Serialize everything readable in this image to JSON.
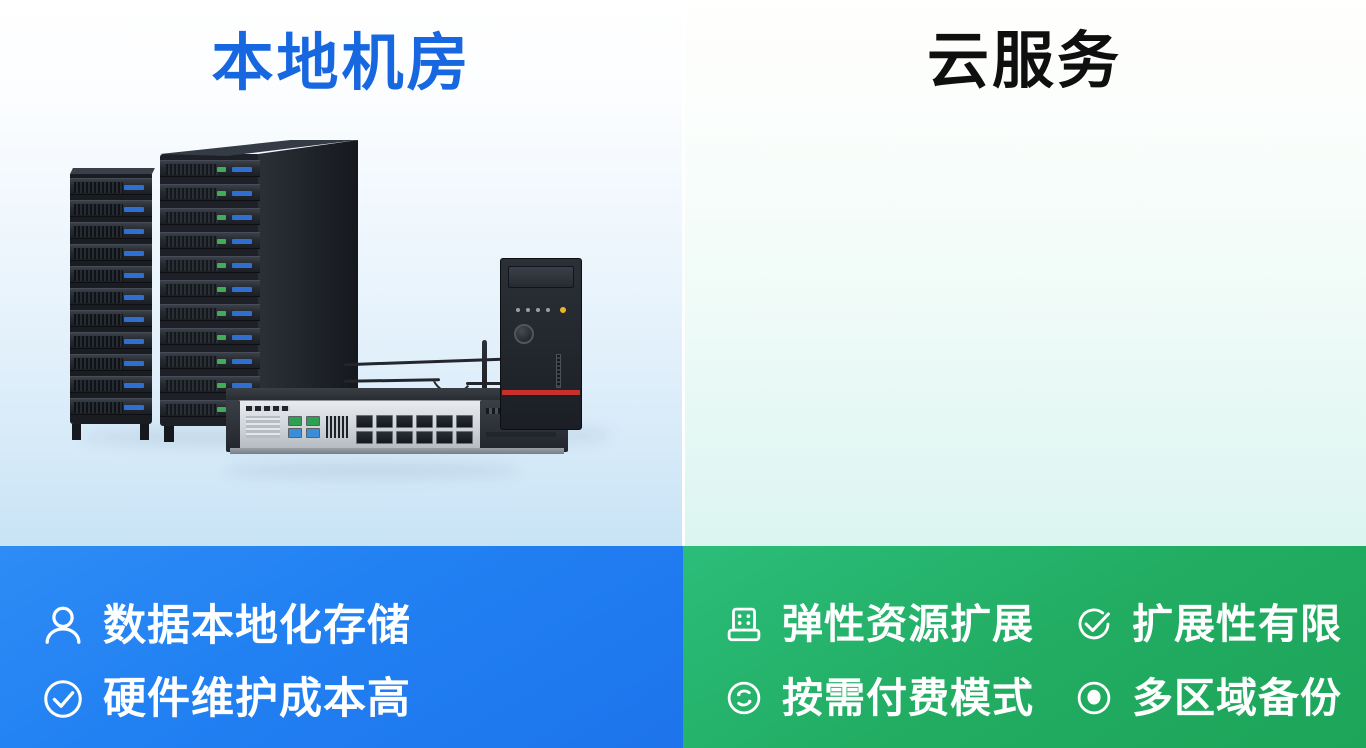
{
  "left_panel": {
    "title": "本地机房",
    "title_color": "#1667e0",
    "illustration": {
      "name": "server-room-photo",
      "parts": [
        "server-rack",
        "network-switch",
        "desktop-tower"
      ]
    },
    "features": [
      {
        "icon": "user-icon",
        "label": "数据本地化存储"
      },
      {
        "icon": "check-circle-icon",
        "label": "硬件维护成本高"
      }
    ],
    "bar_color": "#2180f2"
  },
  "right_panel": {
    "title": "云服务",
    "title_color": "#0f0f0f",
    "illustration": {
      "name": "cloud-sync-diagram",
      "cloud_icon": "cloud-wifi-icon",
      "left_node": "stacked-layers-icon",
      "right_node": "database-check-icon",
      "arrows": [
        "arrow-cloud-to-layers",
        "arrow-layers-to-database",
        "arrow-database-to-cloud"
      ],
      "cloud_color": "#1e7ef0",
      "layers_color": "#1c6fe8",
      "database_color": "#24ad63"
    },
    "features": [
      {
        "icon": "server-building-icon",
        "label": "弹性资源扩展"
      },
      {
        "icon": "check-circle-icon",
        "label": "扩展性有限"
      },
      {
        "icon": "refresh-circle-icon",
        "label": "按需付费模式"
      },
      {
        "icon": "location-dot-icon",
        "label": "多区域备份"
      }
    ],
    "bar_color": "#22ad63"
  }
}
